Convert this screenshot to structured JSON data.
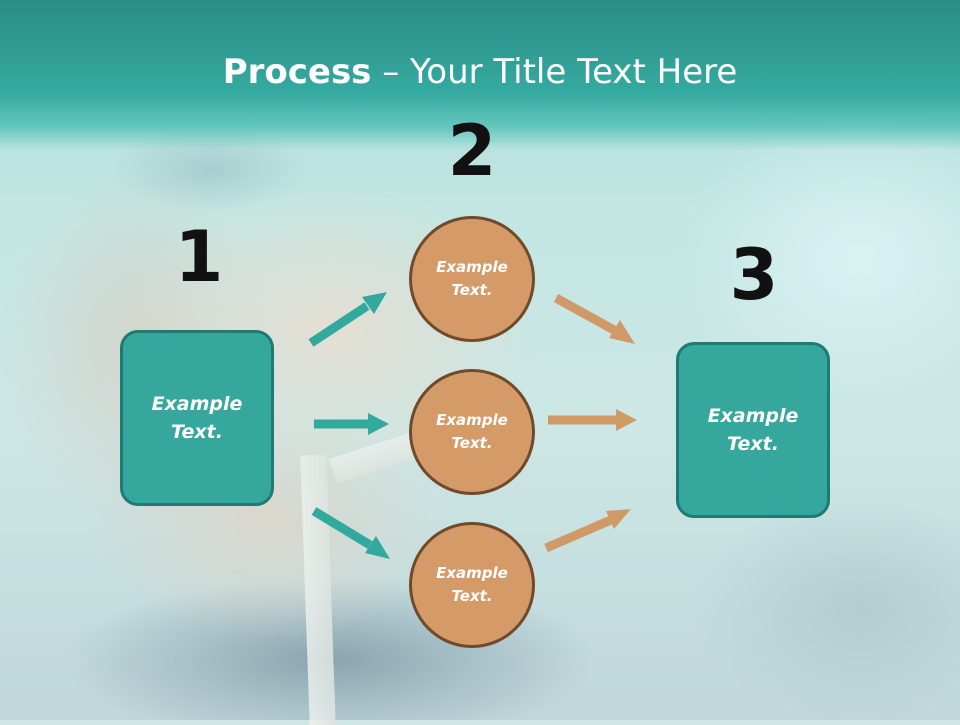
{
  "slide": {
    "title_bold": "Process",
    "title_rest": " – Your Title Text Here"
  },
  "steps": {
    "step1": {
      "number": "1",
      "text": "Example Text."
    },
    "step2": {
      "number": "2",
      "items": [
        "Example Text.",
        "Example Text.",
        "Example Text."
      ]
    },
    "step3": {
      "number": "3",
      "text": "Example Text."
    }
  },
  "colors": {
    "header": "#35aaa0",
    "box_fill": "#35a79c",
    "circle_fill": "#d49b68",
    "teal_arrow": "#32a99d",
    "orange_arrow": "#d09a68"
  }
}
